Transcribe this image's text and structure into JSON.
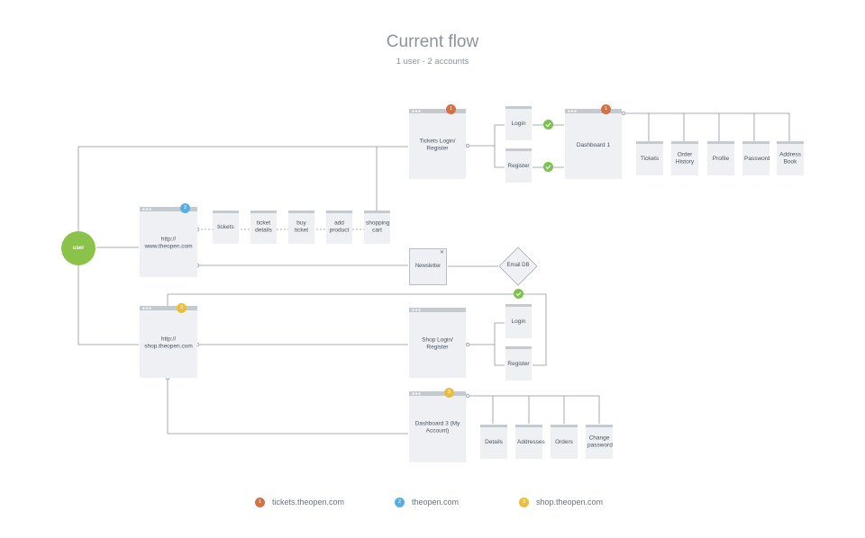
{
  "title": "Current flow",
  "subtitle": "1 user - 2 accounts",
  "user": "user",
  "colors": {
    "site1": "#d47144",
    "site2": "#5aade3",
    "site3": "#e9be3e",
    "check": "#7cc24f",
    "user": "#8bc34a",
    "line": "#8e949c"
  },
  "site_www": {
    "label": "http://\nwww.theopen.com",
    "badge": "2"
  },
  "site_shop": {
    "label": "http://\nshop.theopen.com",
    "badge": "3"
  },
  "www_pages": [
    "tickets",
    "ticket\ndetails",
    "buy ticket",
    "add\nproduct",
    "shopping\ncart"
  ],
  "tickets_login": {
    "label": "Tickets Login/\nRegister",
    "badge": "1",
    "login": "Login",
    "register": "Register"
  },
  "dashboard1": {
    "label": "Dashboard 1",
    "badge": "1",
    "pages": [
      "Tickets",
      "Order\nHistory",
      "Profile",
      "Password",
      "Address\nBook"
    ]
  },
  "newsletter": "Newsletter",
  "emaildb": "Email DB",
  "shop_login": {
    "label": "Shop Login/\nRegister",
    "login": "Login",
    "register": "Register"
  },
  "dashboard3": {
    "label": "Dashboard 3 (My\nAccount)",
    "badge": "3",
    "pages": [
      "Details",
      "Addresses",
      "Orders",
      "Change\npassword"
    ]
  },
  "legend": [
    {
      "badge": "1",
      "label": "tickets.theopen.com"
    },
    {
      "badge": "2",
      "label": "theopen.com"
    },
    {
      "badge": "3",
      "label": "shop.theopen.com"
    }
  ]
}
